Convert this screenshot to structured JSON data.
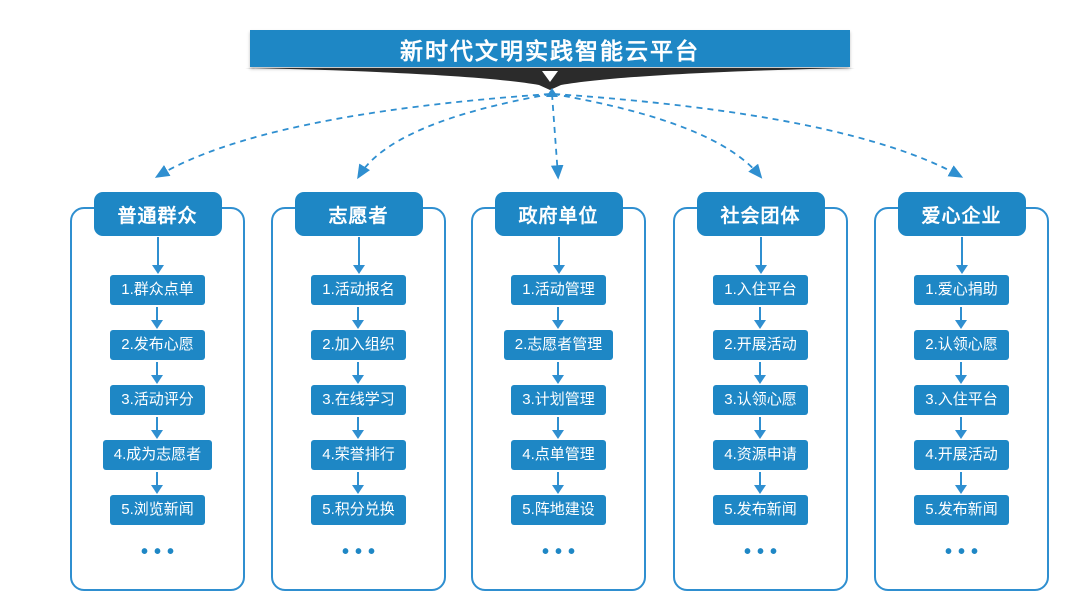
{
  "title": "新时代文明实践智能云平台",
  "colors": {
    "primary": "#1e87c5",
    "line": "#2f8fd0",
    "wedge": "#2b2b2b",
    "white": "#ffffff"
  },
  "columns": [
    {
      "header": "普通群众",
      "items": [
        "1.群众点单",
        "2.发布心愿",
        "3.活动评分",
        "4.成为志愿者",
        "5.浏览新闻"
      ],
      "ellipsis": "•••"
    },
    {
      "header": "志愿者",
      "items": [
        "1.活动报名",
        "2.加入组织",
        "3.在线学习",
        "4.荣誉排行",
        "5.积分兑换"
      ],
      "ellipsis": "•••"
    },
    {
      "header": "政府单位",
      "items": [
        "1.活动管理",
        "2.志愿者管理",
        "3.计划管理",
        "4.点单管理",
        "5.阵地建设"
      ],
      "ellipsis": "•••"
    },
    {
      "header": "社会团体",
      "items": [
        "1.入住平台",
        "2.开展活动",
        "3.认领心愿",
        "4.资源申请",
        "5.发布新闻"
      ],
      "ellipsis": "•••"
    },
    {
      "header": "爱心企业",
      "items": [
        "1.爱心捐助",
        "2.认领心愿",
        "3.入住平台",
        "4.开展活动",
        "5.发布新闻"
      ],
      "ellipsis": "•••"
    }
  ]
}
